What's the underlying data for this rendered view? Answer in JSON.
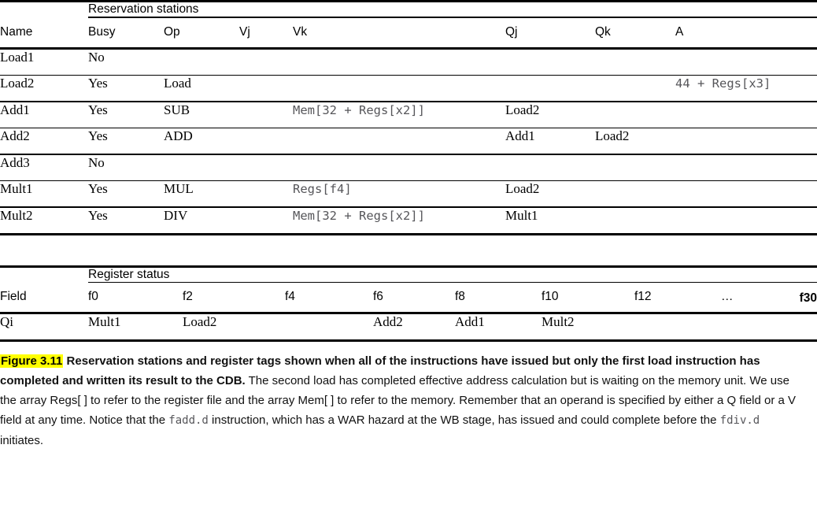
{
  "reservation_stations": {
    "group_title": "Reservation stations",
    "columns": [
      "Name",
      "Busy",
      "Op",
      "Vj",
      "Vk",
      "Qj",
      "Qk",
      "A"
    ],
    "rows": [
      {
        "name": "Load1",
        "busy": "No",
        "op": "",
        "vj": "",
        "vk": "",
        "qj": "",
        "qk": "",
        "a": ""
      },
      {
        "name": "Load2",
        "busy": "Yes",
        "op": "Load",
        "vj": "",
        "vk": "",
        "qj": "",
        "qk": "",
        "a": "44 + Regs[x3]"
      },
      {
        "name": "Add1",
        "busy": "Yes",
        "op": "SUB",
        "vj": "",
        "vk": "Mem[32 + Regs[x2]]",
        "qj": "Load2",
        "qk": "",
        "a": ""
      },
      {
        "name": "Add2",
        "busy": "Yes",
        "op": "ADD",
        "vj": "",
        "vk": "",
        "qj": "Add1",
        "qk": "Load2",
        "a": ""
      },
      {
        "name": "Add3",
        "busy": "No",
        "op": "",
        "vj": "",
        "vk": "",
        "qj": "",
        "qk": "",
        "a": ""
      },
      {
        "name": "Mult1",
        "busy": "Yes",
        "op": "MUL",
        "vj": "",
        "vk": "Regs[f4]",
        "qj": "Load2",
        "qk": "",
        "a": ""
      },
      {
        "name": "Mult2",
        "busy": "Yes",
        "op": "DIV",
        "vj": "",
        "vk": "Mem[32 + Regs[x2]]",
        "qj": "Mult1",
        "qk": "",
        "a": ""
      }
    ]
  },
  "register_status": {
    "group_title": "Register status",
    "field_label": "Field",
    "registers": [
      "f0",
      "f2",
      "f4",
      "f6",
      "f8",
      "f10",
      "f12",
      "…",
      "f30"
    ],
    "qi_label": "Qi",
    "qi_values": [
      "Mult1",
      "Load2",
      "",
      "Add2",
      "Add1",
      "Mult2",
      "",
      "",
      ""
    ]
  },
  "caption": {
    "figure_tag": "Figure 3.11",
    "bold_lead": "Reservation stations and register tags shown when all of the instructions have issued but only the first load instruction has completed and written its result to the CDB.",
    "body_part1": "The second load has completed effective address calculation but is waiting on the memory unit. We use the array Regs[ ] to refer to the register file and the array Mem[ ] to refer to the memory. Remember that an operand is specified by either a Q field or a V field at any time. Notice that the ",
    "mono1": "fadd.d",
    "body_part2": " instruction, which has a WAR hazard at the WB stage, has issued and could complete before the ",
    "mono2": "fdiv.d",
    "body_part3": " initiates."
  },
  "colors": {
    "highlight": "#ffff00",
    "mono_text": "#56565a",
    "rule": "#000000",
    "text": "#000000"
  }
}
